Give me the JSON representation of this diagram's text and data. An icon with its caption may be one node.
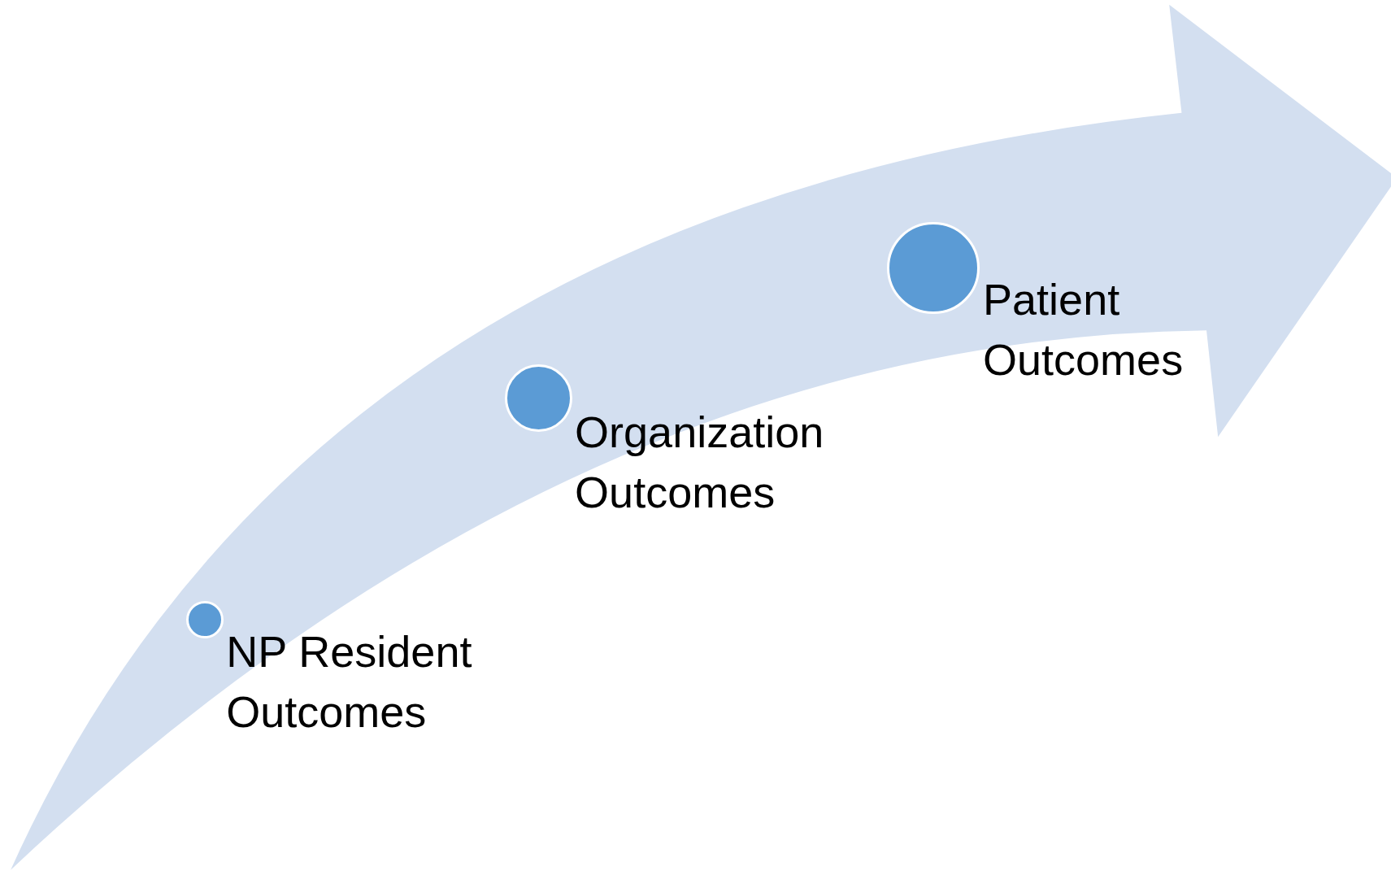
{
  "diagram": {
    "nodes": [
      {
        "text": [],
        "shape": "circle",
        "beside": [
          "NP Resident Outcomes"
        ]
      },
      {
        "text": [],
        "shape": "circle",
        "beside": [
          "Organization Outcomes"
        ]
      },
      {
        "text": [],
        "shape": "circle",
        "beside": [
          "Patient Outcomes"
        ]
      }
    ]
  }
}
